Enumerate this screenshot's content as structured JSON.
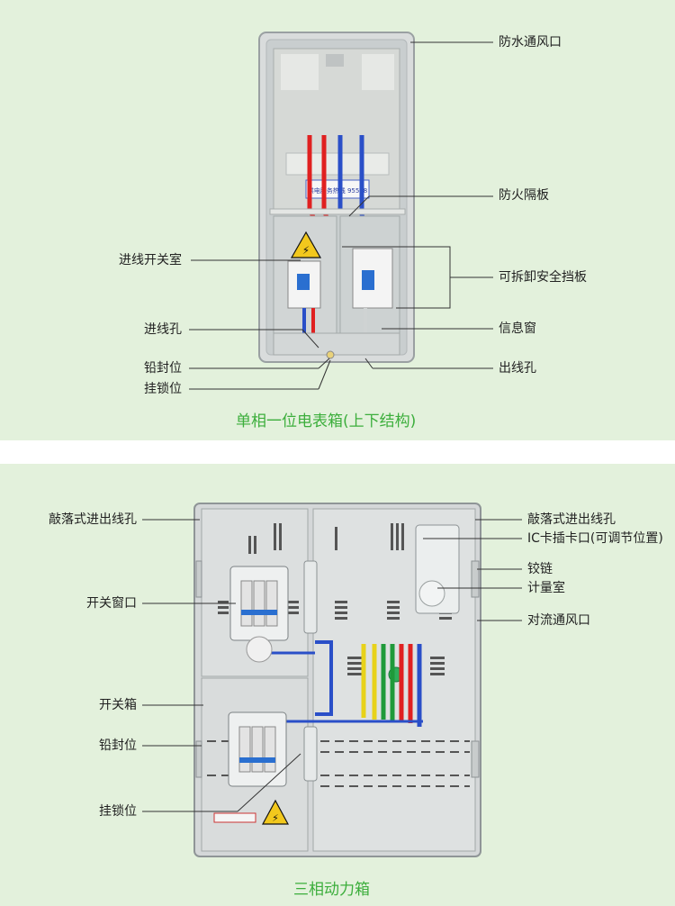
{
  "top_section": {
    "caption": "单相一位电表箱(上下结构)",
    "labels_right": [
      "防水通风口",
      "防火隔板",
      "可拆卸安全挡板",
      "信息窗",
      "出线孔"
    ],
    "labels_left": [
      "进线开关室",
      "进线孔",
      "铅封位",
      "挂锁位"
    ],
    "sticker_text": "供电服务热线 95598"
  },
  "bottom_section": {
    "caption": "三相动力箱",
    "labels_right": [
      "敲落式进出线孔",
      "IC卡插卡口(可调节位置)",
      "铰链",
      "计量室",
      "对流通风口"
    ],
    "labels_left": [
      "敲落式进出线孔",
      "开关窗口",
      "开关箱",
      "铅封位",
      "挂锁位"
    ]
  },
  "colors": {
    "panel_bg": "#e3f1dc",
    "caption_green": "#3cae3c",
    "wire_red": "#e02020",
    "wire_blue": "#2a4fc8",
    "wire_yellow": "#e8d21a",
    "wire_green": "#1f9a3a"
  }
}
